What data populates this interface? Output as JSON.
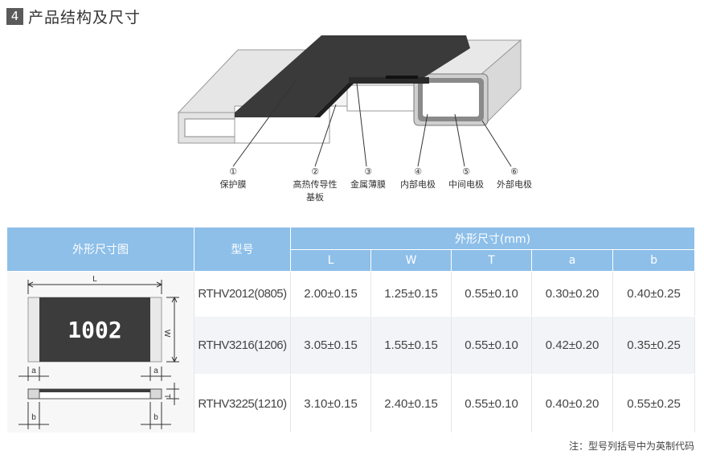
{
  "section": {
    "number": "4",
    "title": "产品结构及尺寸"
  },
  "structure": {
    "labels": [
      {
        "num": "①",
        "lines": [
          "保护膜"
        ]
      },
      {
        "num": "②",
        "lines": [
          "高热传导性",
          "基板"
        ]
      },
      {
        "num": "③",
        "lines": [
          "金属薄膜"
        ]
      },
      {
        "num": "④",
        "lines": [
          "内部电极"
        ]
      },
      {
        "num": "⑤",
        "lines": [
          "中间电极"
        ]
      },
      {
        "num": "⑥",
        "lines": [
          "外部电极"
        ]
      }
    ],
    "colors": {
      "film": "#3a3a3a",
      "substrate": "#f2f2f2",
      "electrode_outer": "#cfcfcf",
      "electrode_inner": "#7a7a7a"
    }
  },
  "drawing": {
    "marking": "1002",
    "L": "L",
    "W": "W",
    "T": "T",
    "a": "a",
    "b": "b"
  },
  "table": {
    "col_outline": "外形尺寸图",
    "col_model": "型号",
    "col_dims": "外形尺寸(mm)",
    "dim_headers": [
      "L",
      "W",
      "T",
      "a",
      "b"
    ],
    "rows": [
      {
        "model": "RTHV2012(0805)",
        "values": [
          "2.00±0.15",
          "1.25±0.15",
          "0.55±0.10",
          "0.30±0.20",
          "0.40±0.25"
        ]
      },
      {
        "model": "RTHV3216(1206)",
        "values": [
          "3.05±0.15",
          "1.55±0.15",
          "0.55±0.10",
          "0.42±0.20",
          "0.35±0.25"
        ]
      },
      {
        "model": "RTHV3225(1210)",
        "values": [
          "3.10±0.15",
          "2.40±0.15",
          "0.55±0.10",
          "0.40±0.20",
          "0.55±0.25"
        ]
      }
    ],
    "header_color": "#8dbfe9"
  },
  "note": "注：型号列括号中为英制代码"
}
